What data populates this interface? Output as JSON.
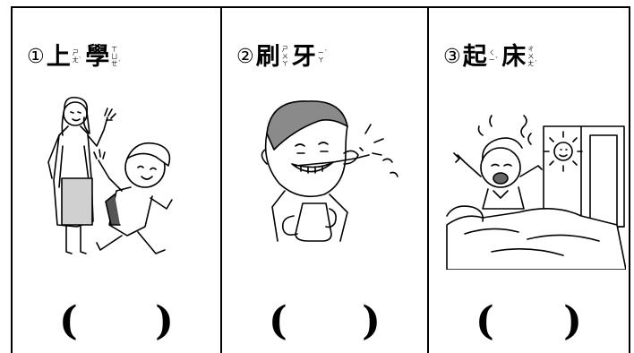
{
  "panels": [
    {
      "number": "①",
      "chars": [
        {
          "char": "上",
          "zhuyin": [
            "ㄕ",
            "ㄤ`"
          ]
        },
        {
          "char": "學",
          "zhuyin": [
            "ㄒ",
            "ㄩ",
            "ㄝˊ"
          ]
        }
      ],
      "picture": "mother-waving-child-to-school",
      "answer_open": "(",
      "answer_close": ")"
    },
    {
      "number": "②",
      "chars": [
        {
          "char": "刷",
          "zhuyin": [
            "ㄕ",
            "ㄨ",
            "ㄚ"
          ]
        },
        {
          "char": "牙",
          "zhuyin": [
            "ㄧˊ",
            "ㄚ"
          ]
        }
      ],
      "picture": "boy-brushing-teeth",
      "answer_open": "(",
      "answer_close": ")"
    },
    {
      "number": "③",
      "chars": [
        {
          "char": "起",
          "zhuyin": [
            "ㄑ",
            "ㄧˇ"
          ]
        },
        {
          "char": "床",
          "zhuyin": [
            "ㄔ",
            "ㄨ",
            "ㄤˊ"
          ]
        }
      ],
      "picture": "child-waking-up-sunny-window",
      "answer_open": "(",
      "answer_close": ")"
    }
  ]
}
